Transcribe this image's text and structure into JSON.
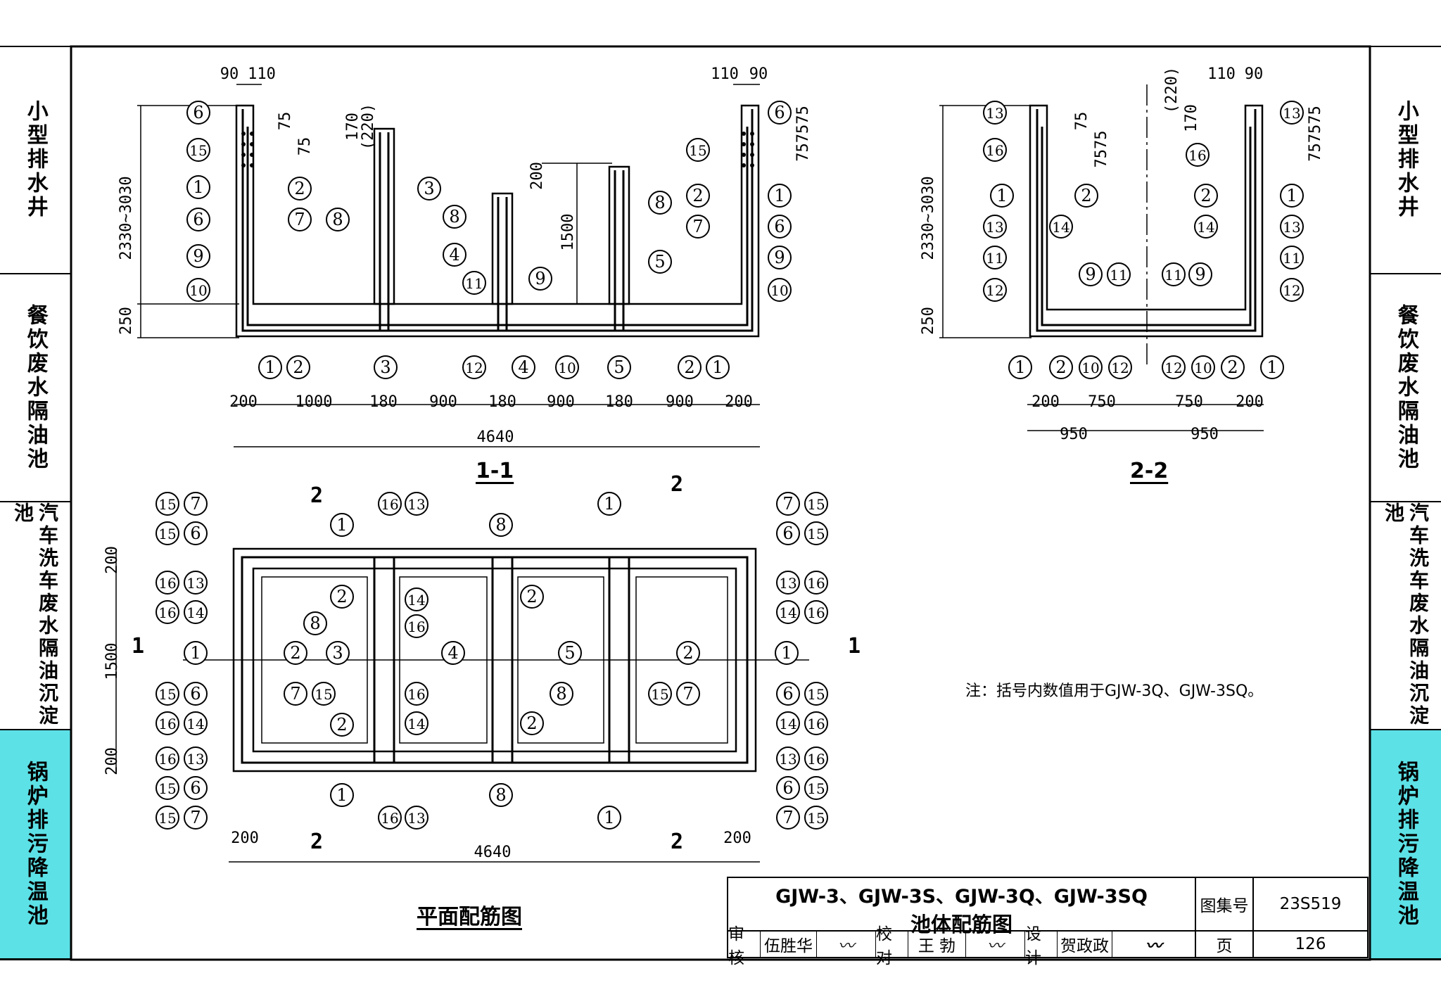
{
  "sidebar": {
    "left": [
      "小型排水井",
      "餐饮废水隔油池",
      "汽车洗车废水隔油沉淀池",
      "锅炉排污降温池"
    ],
    "right": [
      "小型排水井",
      "餐饮废水隔油池",
      "汽车洗车废水隔油沉淀池",
      "锅炉排污降温池"
    ],
    "active_index": 3,
    "active_color": "#5ce1e6"
  },
  "views": {
    "section_1": "1-1",
    "section_2": "2-2",
    "plan": "平面配筋图"
  },
  "note": "注：括号内数值用于GJW-3Q、GJW-3SQ。",
  "title_block": {
    "title_line1": "GJW-3、GJW-3S、GJW-3Q、GJW-3SQ",
    "title_line2": "池体配筋图",
    "atlas_label": "图集号",
    "atlas_no": "23S519",
    "review_label": "审核",
    "reviewer": "伍胜华",
    "check_label": "校对",
    "checker": "王 勃",
    "design_label": "设计",
    "designer": "贺政政",
    "page_label": "页",
    "page_no": "126"
  },
  "dimensions": {
    "top_left": [
      "90",
      "110"
    ],
    "top_right": [
      "110",
      "90"
    ],
    "wall_top": "170",
    "wall_top_q": "(220)",
    "height": "2330~3030",
    "base": "250",
    "spacing": "75",
    "baffle_gap": "200",
    "baffle_height": "1500",
    "sec1_spans": [
      "200",
      "1000",
      "180",
      "900",
      "180",
      "900",
      "180",
      "900",
      "200"
    ],
    "total_length": "4640",
    "sec2_spans": [
      "200",
      "750",
      "750",
      "200"
    ],
    "sec2_half": [
      "950",
      "950"
    ],
    "plan_width": "1500",
    "plan_edge": "200"
  },
  "marks": {
    "section_cut_1": "1",
    "section_cut_2": "2"
  }
}
